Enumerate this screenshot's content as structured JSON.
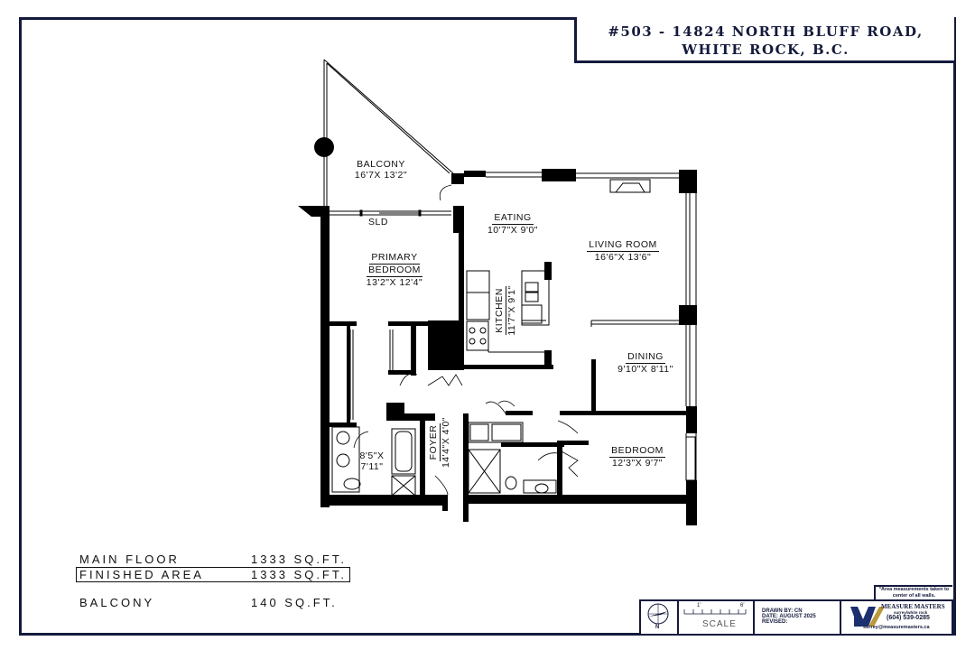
{
  "title": {
    "line1": "#503 - 14824 NORTH BLUFF ROAD,",
    "line2": "WHITE ROCK, B.C."
  },
  "rooms": [
    {
      "id": "balcony",
      "name": "BALCONY",
      "dims": "16'7X 13'2\""
    },
    {
      "id": "eating",
      "name": "EATING",
      "dims": "10'7\"X 9'0\""
    },
    {
      "id": "living-room",
      "name": "LIVING ROOM",
      "dims": "16'6\"X 13'6\""
    },
    {
      "id": "primary-bedroom",
      "name_line1": "PRIMARY",
      "name": "BEDROOM",
      "dims": "13'2\"X 12'4\""
    },
    {
      "id": "kitchen",
      "name": "KITCHEN",
      "dims": "11'7\"X 9'1\""
    },
    {
      "id": "dining",
      "name": "DINING",
      "dims": "9'10\"X 8'11\""
    },
    {
      "id": "bedroom",
      "name": "BEDROOM",
      "dims": "12'3\"X 9'7\""
    },
    {
      "id": "ensuite",
      "dims_line1": "8'5\"X",
      "dims_line2": "7'11\""
    },
    {
      "id": "foyer",
      "name": "FOYER",
      "dims": "14'4\"X 4'0\""
    }
  ],
  "annotations": {
    "sliding_door": "SLD"
  },
  "areas": [
    {
      "label": "MAIN FLOOR",
      "value": "1333 SQ.FT.",
      "boxed": false
    },
    {
      "label": "FINISHED AREA",
      "value": "1333 SQ.FT.",
      "boxed": true
    },
    {
      "label": "BALCONY",
      "value": "140 SQ.FT.",
      "boxed": false
    }
  ],
  "footer": {
    "compass_label": "N",
    "scale_start": "1'",
    "scale_end": "6'",
    "scale_label": "SCALE",
    "drawn_by": "DRAWN BY: CN",
    "date": "DATE: AUGUST 2025",
    "revised": "REVISED:",
    "company_name": "MEASURE MASTERS",
    "company_sub": "surrey/white rock",
    "company_phone": "(604) 539-0285",
    "company_email": "surrey@measuremasters.ca",
    "note": "*Area measurements taken to center of all walls."
  },
  "colors": {
    "frame": "#141a3c",
    "wall": "#000000",
    "logo_blue": "#1c2f6e",
    "logo_gold": "#b99a3a"
  }
}
